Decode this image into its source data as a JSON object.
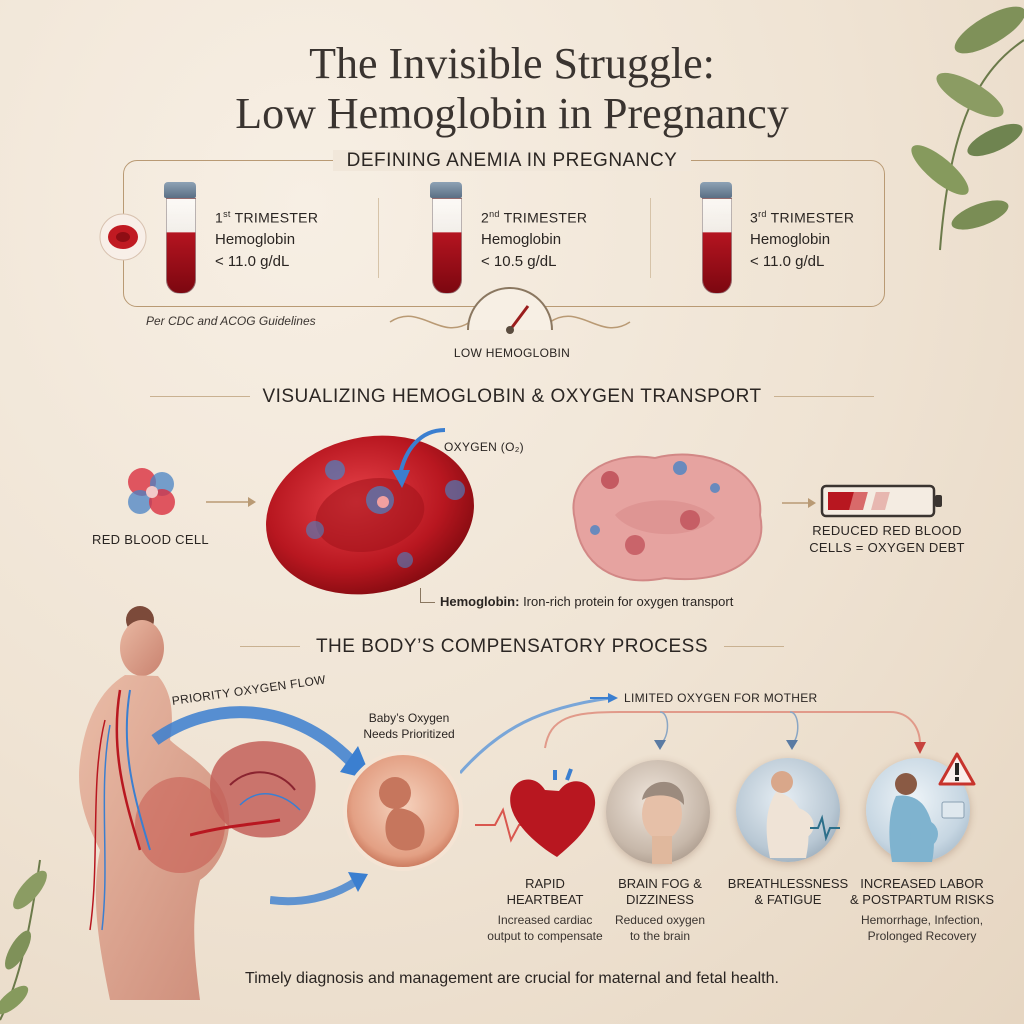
{
  "title_line1": "The Invisible Struggle:",
  "title_line2": "Low Hemoglobin in Pregnancy",
  "section1": {
    "heading": "DEFINING ANEMIA IN PREGNANCY",
    "trimesters": [
      {
        "ord_num": "1",
        "ord_sup": "st",
        "label": "TRIMESTER",
        "metric": "Hemoglobin",
        "value": "< 11.0 g/dL"
      },
      {
        "ord_num": "2",
        "ord_sup": "nd",
        "label": "TRIMESTER",
        "metric": "Hemoglobin",
        "value": "< 10.5 g/dL"
      },
      {
        "ord_num": "3",
        "ord_sup": "rd",
        "label": "TRIMESTER",
        "metric": "Hemoglobin",
        "value": "< 11.0 g/dL"
      }
    ],
    "source": "Per CDC and ACOG Guidelines",
    "gauge_label": "LOW HEMOGLOBIN"
  },
  "section2": {
    "heading": "VISUALIZING HEMOGLOBIN & OXYGEN TRANSPORT",
    "rbc_label": "RED BLOOD CELL",
    "oxygen_label": "OXYGEN (O₂)",
    "hemoglobin_term": "Hemoglobin:",
    "hemoglobin_def": "Iron-rich protein for oxygen transport",
    "reduced_line1": "REDUCED RED BLOOD",
    "reduced_line2": "CELLS = OXYGEN DEBT"
  },
  "section3": {
    "heading": "THE BODY’S COMPENSATORY PROCESS",
    "priority_flow": "PRIORITY OXYGEN FLOW",
    "baby_line1": "Baby’s Oxygen",
    "baby_line2": "Needs Prioritized",
    "limited_oxygen": "LIMITED OXYGEN FOR MOTHER",
    "effects": [
      {
        "title1": "RAPID",
        "title2": "HEARTBEAT",
        "sub1": "Increased cardiac",
        "sub2": "output to compensate"
      },
      {
        "title1": "BRAIN FOG &",
        "title2": "DIZZINESS",
        "sub1": "Reduced oxygen",
        "sub2": "to the brain"
      },
      {
        "title1": "BREATHLESSNESS",
        "title2": "& FATIGUE",
        "sub1": "",
        "sub2": ""
      },
      {
        "title1": "INCREASED LABOR",
        "title2": "& POSTPARTUM RISKS",
        "sub1": "Hemorrhage, Infection,",
        "sub2": "Prolonged Recovery"
      }
    ]
  },
  "footer": "Timely diagnosis and management are crucial for maternal and fetal health.",
  "colors": {
    "blood_red": "#b41420",
    "oxygen_blue": "#3b7fd0",
    "border_gold": "#b99a74"
  },
  "icons": [
    "red-blood-cell-icon",
    "test-tube-icon",
    "gauge-icon",
    "battery-icon",
    "heart-icon",
    "warning-icon",
    "fetus-icon",
    "leaf-icon"
  ]
}
